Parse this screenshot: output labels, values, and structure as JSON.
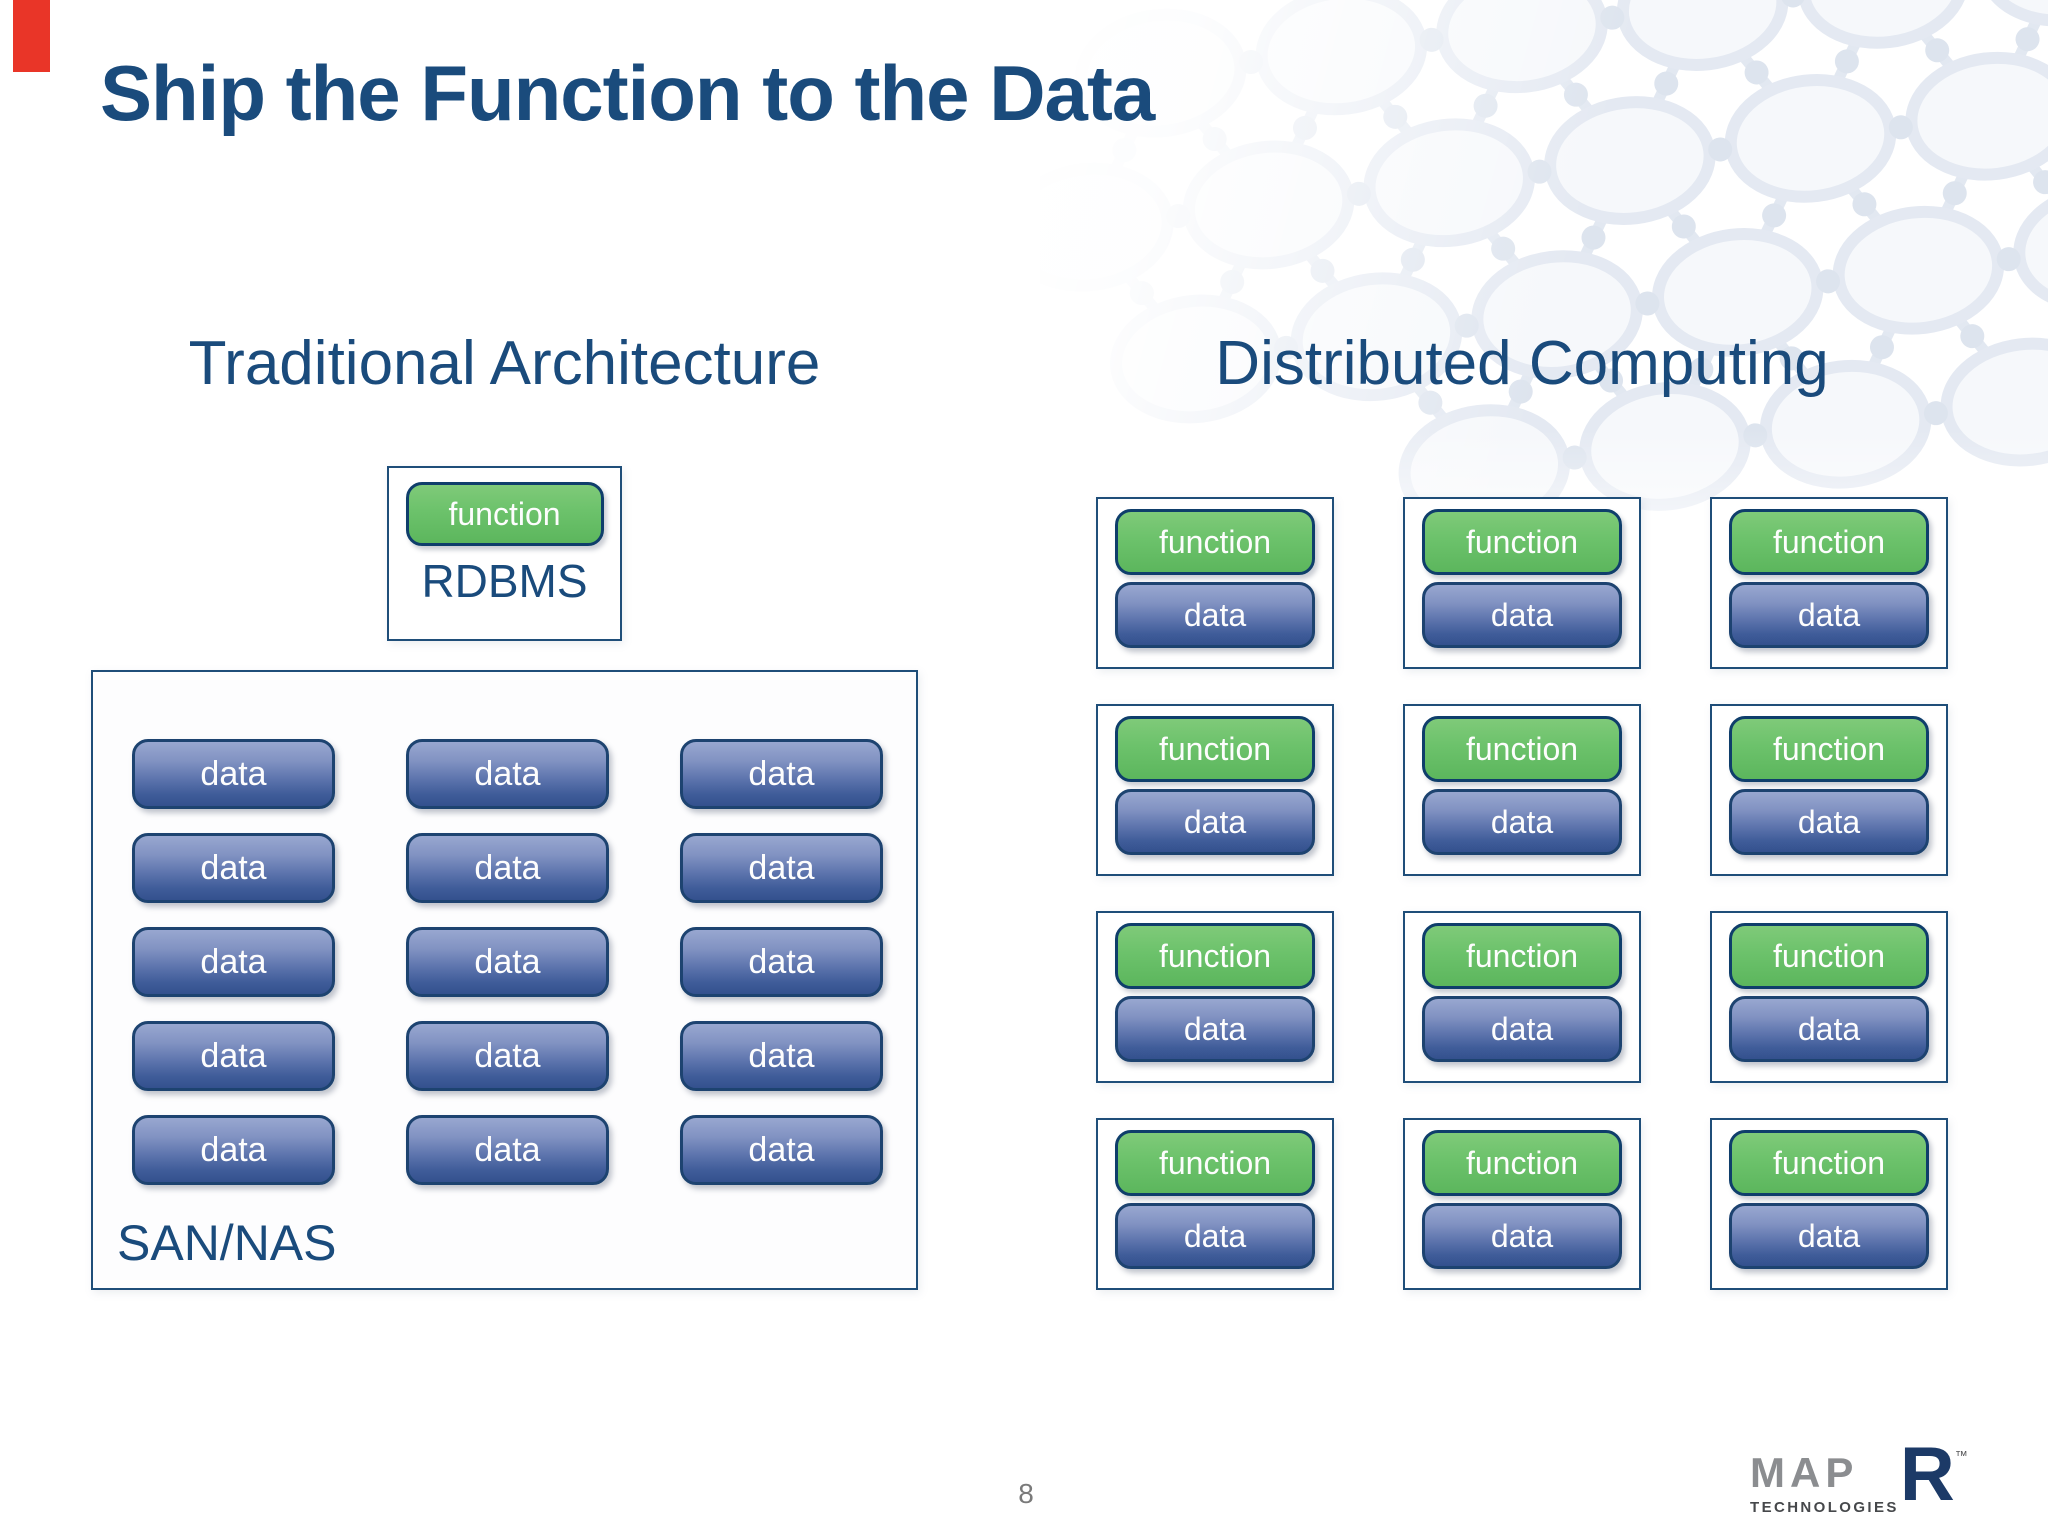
{
  "slide": {
    "title": "Ship the Function to the Data",
    "page_number": "8"
  },
  "sections": {
    "traditional": {
      "heading": "Traditional Architecture",
      "rdbms": {
        "function_label": "function",
        "label": "RDBMS"
      },
      "san_nas": {
        "label": "SAN/NAS",
        "data_label": "data",
        "rows": 5,
        "cols": 3
      }
    },
    "distributed": {
      "heading": "Distributed Computing",
      "rows": 4,
      "cols": 3,
      "node": {
        "function_label": "function",
        "data_label": "data"
      }
    }
  },
  "logo": {
    "map": "MAP",
    "r": "R",
    "trademark": "™",
    "subtitle": "TECHNOLOGIES"
  },
  "colors": {
    "navy": "#1a4b7c",
    "border": "#1f4e79",
    "function_green": "#6cc26b",
    "data_blue_top": "#98a7d0",
    "data_blue_bottom": "#34518e",
    "red": "#e93528"
  }
}
